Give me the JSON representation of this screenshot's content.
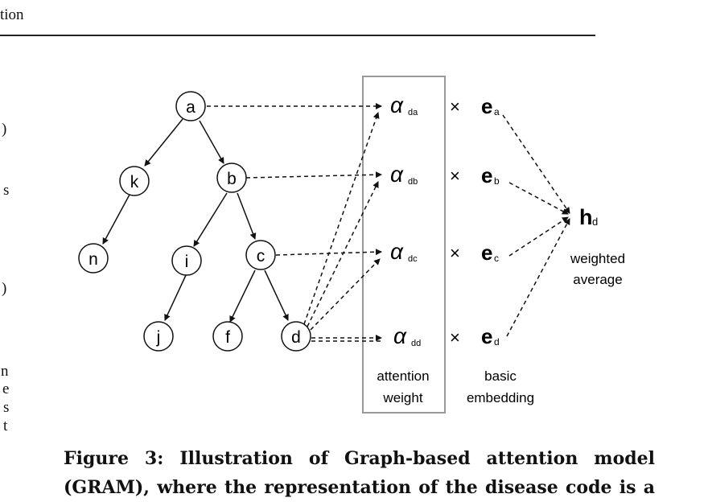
{
  "header": {
    "text": "tion"
  },
  "margin_fragments": [
    ")",
    "s",
    ")",
    "n",
    "e",
    "s",
    "t"
  ],
  "figure": {
    "tree_nodes": [
      {
        "id": "a",
        "label": "a"
      },
      {
        "id": "k",
        "label": "k"
      },
      {
        "id": "b",
        "label": "b"
      },
      {
        "id": "n",
        "label": "n"
      },
      {
        "id": "i",
        "label": "i"
      },
      {
        "id": "c",
        "label": "c"
      },
      {
        "id": "j",
        "label": "j"
      },
      {
        "id": "f",
        "label": "f"
      },
      {
        "id": "d",
        "label": "d"
      }
    ],
    "attention_symbol": "α",
    "attention_subscripts": [
      "da",
      "db",
      "dc",
      "dd"
    ],
    "times_symbol": "×",
    "embedding_symbol": "e",
    "embedding_subscripts": [
      "a",
      "b",
      "c",
      "d"
    ],
    "output_symbol": "h",
    "output_subscript": "d",
    "output_label_line1": "weighted",
    "output_label_line2": "average",
    "attention_label_line1": "attention",
    "attention_label_line2": "weight",
    "embedding_label_line1": "basic",
    "embedding_label_line2": "embedding"
  },
  "caption": {
    "line1": "Figure 3: Illustration of Graph-based attention model",
    "line2": "(GRAM), where the representation of the disease code is a"
  }
}
